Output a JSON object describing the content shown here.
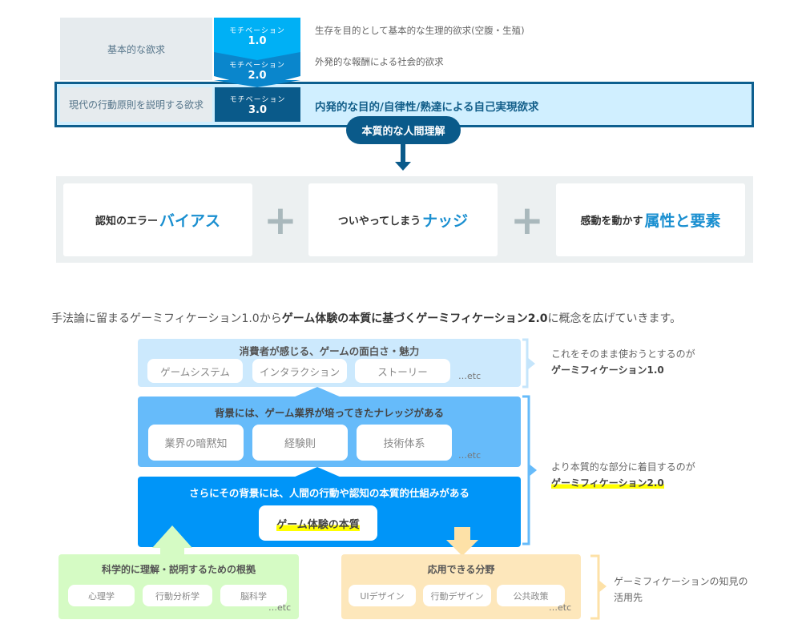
{
  "motivation": {
    "basic_label": "基本的な欲求",
    "modern_label": "現代の行動原則を説明する欲求",
    "levels": [
      {
        "label": "モチベーション",
        "version": "1.0",
        "desc": "生存を目的として基本的な生理的欲求(空腹・生殖)"
      },
      {
        "label": "モチベーション",
        "version": "2.0",
        "desc": "外発的な報酬による社会的欲求"
      },
      {
        "label": "モチベーション",
        "version": "3.0",
        "desc": "内発的な目的/自律性/熟達による自己実現欲求"
      }
    ],
    "pill": "本質的な人間理解"
  },
  "elements": [
    {
      "prefix": "認知のエラー",
      "highlight": "バイアス"
    },
    {
      "prefix": "ついやってしまう",
      "highlight": "ナッジ"
    },
    {
      "prefix": "感動を動かす",
      "highlight": "属性と要素"
    }
  ],
  "sentence": {
    "pre": "手法論に留まるゲーミフィケーション1.0から",
    "bold": "ゲーム体験の本質に基づくゲーミフィケーション2.0",
    "post": "に概念を広げていきます。"
  },
  "layers": {
    "top": {
      "title": "消費者が感じる、ゲームの面白さ・魅力",
      "items": [
        "ゲームシステム",
        "インタラクション",
        "ストーリー"
      ],
      "etc": "…etc"
    },
    "mid": {
      "title": "背景には、ゲーム業界が培ってきたナレッジがある",
      "items": [
        "業界の暗黙知",
        "経験則",
        "技術体系"
      ],
      "etc": "…etc"
    },
    "base": {
      "title": "さらにその背景には、人間の行動や認知の本質的仕組みがある",
      "core": "ゲーム体験の本質"
    },
    "science": {
      "title": "科学的に理解・説明するための根拠",
      "items": [
        "心理学",
        "行動分析学",
        "脳科学"
      ],
      "etc": "…etc"
    },
    "apply": {
      "title": "応用できる分野",
      "items": [
        "UIデザイン",
        "行動デザイン",
        "公共政策"
      ],
      "etc": "…etc"
    }
  },
  "side": {
    "g1_line1": "これをそのまま使おうとするのが",
    "g1_line2": "ゲーミフィケーション1.0",
    "g2_line1": "より本質的な部分に着目するのが",
    "g2_line2": "ゲーミフィケーション2.0",
    "apply_line1": "ゲーミフィケーションの知見の",
    "apply_line2": "活用先"
  },
  "colors": {
    "dark_blue": "#0a5a8a",
    "bright_blue": "#0095f8",
    "accent": "#1a8fd0",
    "highlight": "#ffff00"
  }
}
